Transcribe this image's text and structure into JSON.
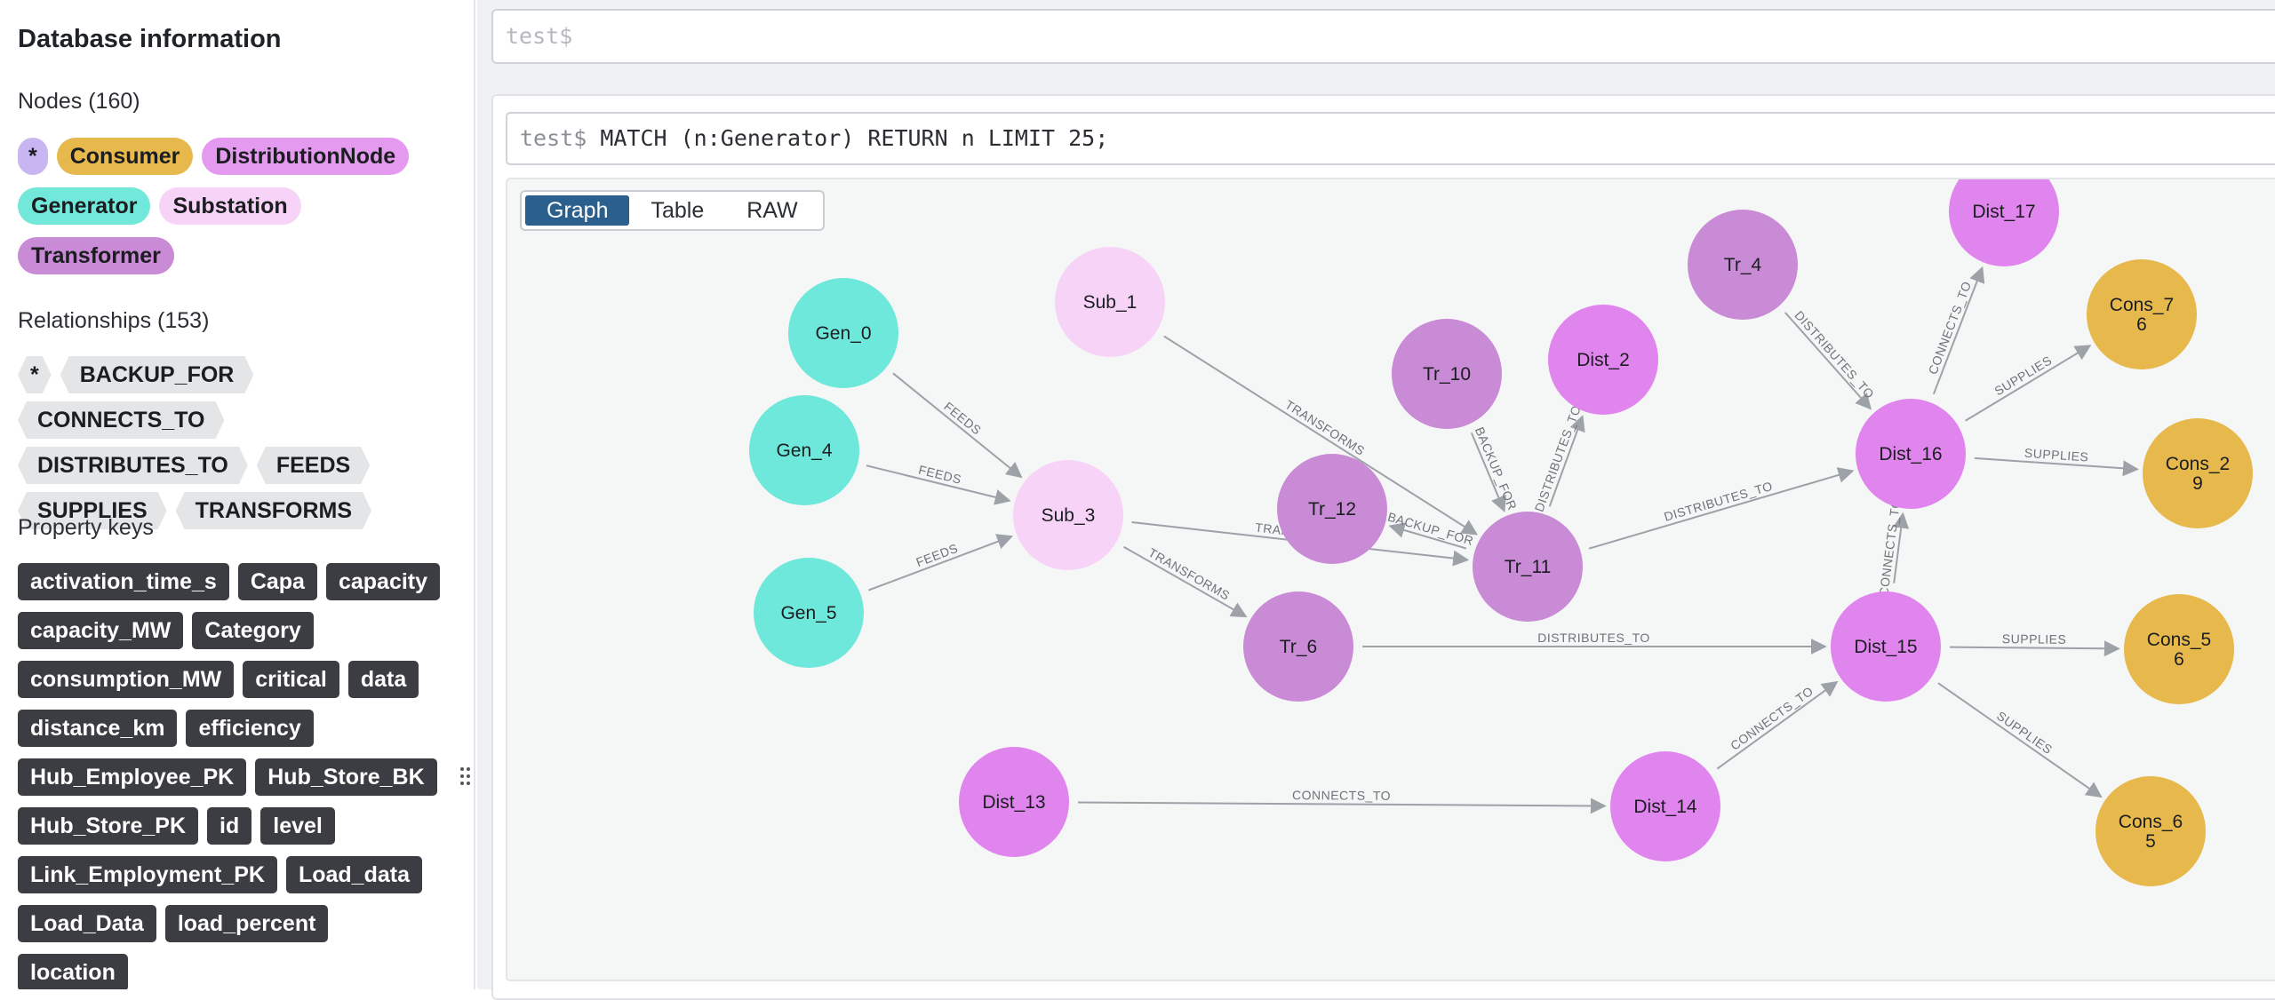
{
  "sidebar": {
    "title": "Database information",
    "nodes_heading": "Nodes (160)",
    "node_labels": [
      {
        "label": "*",
        "color": "#c9b5f2"
      },
      {
        "label": "Consumer",
        "color": "#e7b94d"
      },
      {
        "label": "DistributionNode",
        "color": "#e49aee"
      },
      {
        "label": "Generator",
        "color": "#71e8d9"
      },
      {
        "label": "Substation",
        "color": "#f7d3f7"
      },
      {
        "label": "Transformer",
        "color": "#c98bd6"
      }
    ],
    "relationships_heading": "Relationships (153)",
    "relationship_types": [
      "*",
      "BACKUP_FOR",
      "CONNECTS_TO",
      "DISTRIBUTES_TO",
      "FEEDS",
      "SUPPLIES",
      "TRANSFORMS"
    ],
    "property_keys_heading": "Property keys",
    "property_keys": [
      "activation_time_s",
      "Capa",
      "capacity",
      "capacity_MW",
      "Category",
      "consumption_MW",
      "critical",
      "data",
      "distance_km",
      "efficiency",
      "Hub_Employee_PK",
      "Hub_Store_BK",
      "Hub_Store_PK",
      "id",
      "level",
      "Link_Employment_PK",
      "Load_data",
      "Load_Data",
      "load_percent",
      "location"
    ]
  },
  "editor": {
    "placeholder": "test$"
  },
  "result_frame": {
    "prompt": "test$",
    "query": "MATCH (n:Generator) RETURN n LIMIT 25;",
    "view_tabs": [
      {
        "label": "Graph",
        "active": true
      },
      {
        "label": "Table",
        "active": false
      },
      {
        "label": "RAW",
        "active": false
      }
    ]
  },
  "graph": {
    "colors": {
      "Generator": "#6ee8da",
      "Substation": "#f7d4f7",
      "Transformer": "#c98bd6",
      "DistributionNode": "#e185ee",
      "Consumer": "#e7b94d"
    },
    "nodes": [
      {
        "id": "Gen_0",
        "type": "Generator",
        "lines": [
          "Gen_0"
        ]
      },
      {
        "id": "Gen_4",
        "type": "Generator",
        "lines": [
          "Gen_4"
        ]
      },
      {
        "id": "Gen_5",
        "type": "Generator",
        "lines": [
          "Gen_5"
        ]
      },
      {
        "id": "Sub_1",
        "type": "Substation",
        "lines": [
          "Sub_1"
        ]
      },
      {
        "id": "Sub_3",
        "type": "Substation",
        "lines": [
          "Sub_3"
        ]
      },
      {
        "id": "Tr_10",
        "type": "Transformer",
        "lines": [
          "Tr_10"
        ]
      },
      {
        "id": "Tr_12",
        "type": "Transformer",
        "lines": [
          "Tr_12"
        ]
      },
      {
        "id": "Tr_11",
        "type": "Transformer",
        "lines": [
          "Tr_11"
        ]
      },
      {
        "id": "Tr_6",
        "type": "Transformer",
        "lines": [
          "Tr_6"
        ]
      },
      {
        "id": "Tr_4",
        "type": "Transformer",
        "lines": [
          "Tr_4"
        ]
      },
      {
        "id": "Dist_2",
        "type": "DistributionNode",
        "lines": [
          "Dist_2"
        ]
      },
      {
        "id": "Dist_13",
        "type": "DistributionNode",
        "lines": [
          "Dist_13"
        ]
      },
      {
        "id": "Dist_14",
        "type": "DistributionNode",
        "lines": [
          "Dist_14"
        ]
      },
      {
        "id": "Dist_15",
        "type": "DistributionNode",
        "lines": [
          "Dist_15"
        ]
      },
      {
        "id": "Dist_16",
        "type": "DistributionNode",
        "lines": [
          "Dist_16"
        ]
      },
      {
        "id": "Dist_17",
        "type": "DistributionNode",
        "lines": [
          "Dist_17"
        ]
      },
      {
        "id": "Cons_7",
        "type": "Consumer",
        "lines": [
          "Cons_7",
          "6"
        ]
      },
      {
        "id": "Cons_2",
        "type": "Consumer",
        "lines": [
          "Cons_2",
          "9"
        ]
      },
      {
        "id": "Cons_5",
        "type": "Consumer",
        "lines": [
          "Cons_5",
          "6"
        ]
      },
      {
        "id": "Cons_6",
        "type": "Consumer",
        "lines": [
          "Cons_6",
          "5"
        ]
      }
    ],
    "edges": [
      {
        "from": "Gen_0",
        "to": "Sub_3",
        "label": "FEEDS"
      },
      {
        "from": "Gen_4",
        "to": "Sub_3",
        "label": "FEEDS"
      },
      {
        "from": "Gen_5",
        "to": "Sub_3",
        "label": "FEEDS"
      },
      {
        "from": "Sub_1",
        "to": "Tr_11",
        "label": "TRANSFORMS"
      },
      {
        "from": "Sub_3",
        "to": "Tr_11",
        "label": "TRANSFORMS"
      },
      {
        "from": "Sub_3",
        "to": "Tr_6",
        "label": "TRANSFORMS"
      },
      {
        "from": "Tr_10",
        "to": "Tr_11",
        "label": "BACKUP_FOR"
      },
      {
        "from": "Tr_11",
        "to": "Tr_12",
        "label": "BACKUP_FOR"
      },
      {
        "from": "Tr_11",
        "to": "Dist_2",
        "label": "DISTRIBUTES_TO"
      },
      {
        "from": "Tr_11",
        "to": "Dist_16",
        "label": "DISTRIBUTES_TO"
      },
      {
        "from": "Tr_4",
        "to": "Dist_16",
        "label": "DISTRIBUTES_TO"
      },
      {
        "from": "Tr_6",
        "to": "Dist_15",
        "label": "DISTRIBUTES_TO"
      },
      {
        "from": "Dist_16",
        "to": "Dist_17",
        "label": "CONNECTS_TO"
      },
      {
        "from": "Dist_15",
        "to": "Dist_16",
        "label": "CONNECTS_TO"
      },
      {
        "from": "Dist_14",
        "to": "Dist_15",
        "label": "CONNECTS_TO"
      },
      {
        "from": "Dist_13",
        "to": "Dist_14",
        "label": "CONNECTS_TO"
      },
      {
        "from": "Dist_16",
        "to": "Cons_7",
        "label": "SUPPLIES"
      },
      {
        "from": "Dist_16",
        "to": "Cons_2",
        "label": "SUPPLIES"
      },
      {
        "from": "Dist_15",
        "to": "Cons_5",
        "label": "SUPPLIES"
      },
      {
        "from": "Dist_15",
        "to": "Cons_6",
        "label": "SUPPLIES"
      }
    ]
  }
}
